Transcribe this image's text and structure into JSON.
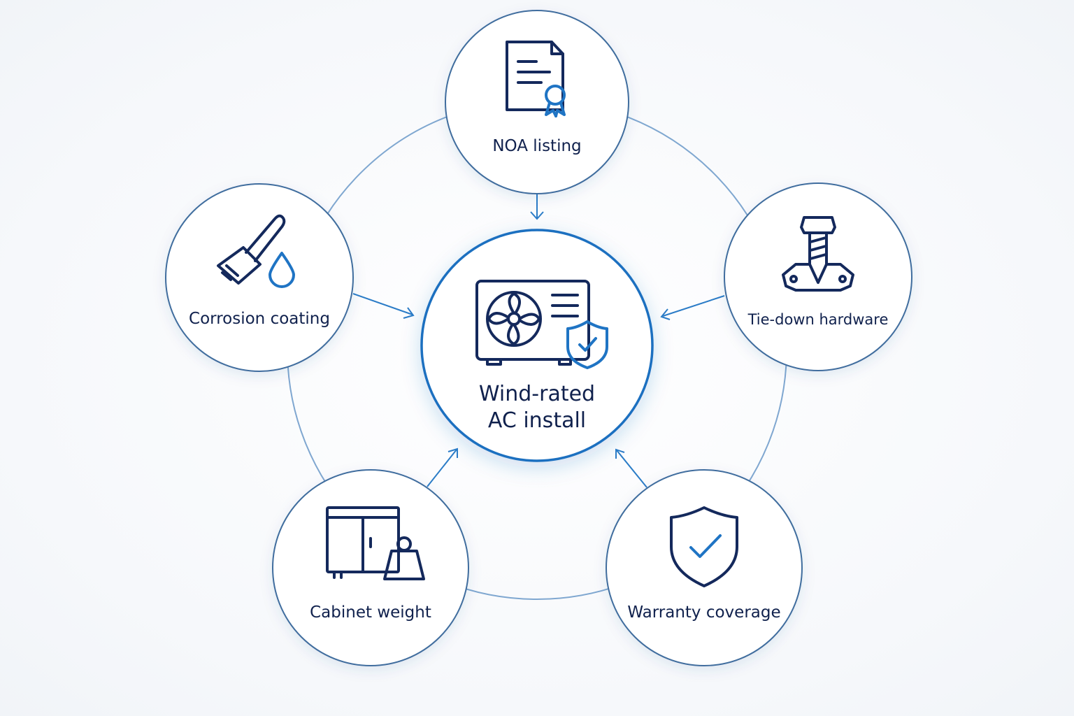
{
  "center": {
    "line1": "Wind-rated",
    "line2": "AC install",
    "icon": "ac-unit-shield-icon"
  },
  "factors": [
    {
      "label": "NOA listing",
      "icon": "certificate-document-icon"
    },
    {
      "label": "Tie-down hardware",
      "icon": "bolt-bracket-icon"
    },
    {
      "label": "Warranty coverage",
      "icon": "shield-check-icon"
    },
    {
      "label": "Cabinet weight",
      "icon": "cabinet-weight-icon"
    },
    {
      "label": "Corrosion coating",
      "icon": "paintbrush-drop-icon"
    }
  ],
  "colors": {
    "accent": "#1f74c4",
    "ink": "#14295c",
    "outline": "#3f6d9e",
    "ring": "#7fa7d0"
  }
}
